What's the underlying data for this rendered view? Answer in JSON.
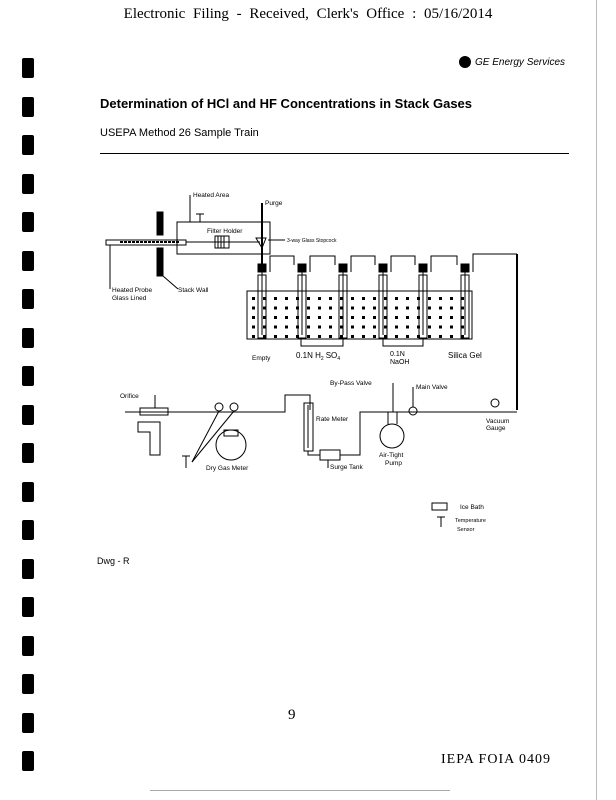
{
  "header_stamp": "Electronic Filing - Received, Clerk's Office : 05/16/2014",
  "brand": {
    "logo_text": "GE",
    "name": "GE Energy Services"
  },
  "title": "Determination of HCl and HF Concentrations in Stack Gases",
  "subtitle": "USEPA Method 26 Sample Train",
  "diagram": {
    "heated_area": "Heated Area",
    "purge": "Purge",
    "filter_holder": "Filter Holder",
    "stopcock": "3-way Glass Stopcock",
    "probe_1": "Heated Probe",
    "probe_2": "Glass Lined",
    "stack_wall": "Stack Wall",
    "empty": "Empty",
    "h2so4": "0.1N H",
    "h2so4_sub1": "2",
    "h2so4_mid": "SO",
    "h2so4_sub2": "4",
    "naoh_1": "0.1N",
    "naoh_2": "NaOH",
    "silica_gel": "Silica Gel",
    "orifice": "Orifice",
    "dry_gas_meter": "Dry Gas Meter",
    "rate_meter": "Rate Meter",
    "surge_tank": "Surge Tank",
    "bypass_valve": "By-Pass Valve",
    "main_valve": "Main Valve",
    "pump_1": "Air-Tight",
    "pump_2": "Pump",
    "vacuum_1": "Vacuum",
    "vacuum_2": "Gauge",
    "legend_ice_bath": "Ice Bath",
    "legend_temp_1": "Temperature",
    "legend_temp_2": "Sensor"
  },
  "drawing_number": "Dwg - R",
  "page_number": "9",
  "footer_id": "IEPA FOIA 0409"
}
